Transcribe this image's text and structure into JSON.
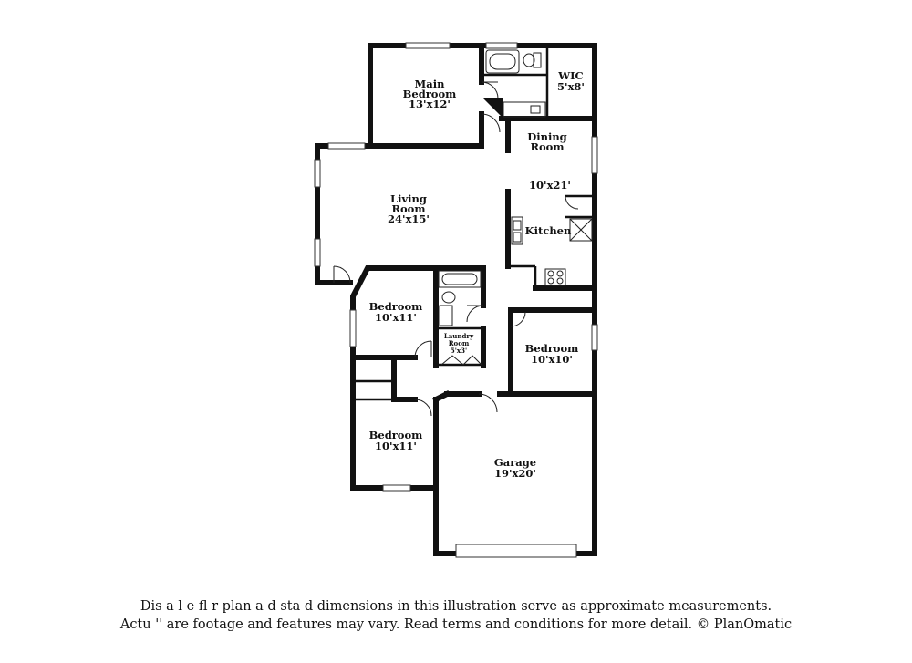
{
  "rooms": {
    "main_bedroom": {
      "name_line1": "Main",
      "name_line2": "Bedroom",
      "size": "13'x12'"
    },
    "wic": {
      "name": "WIC",
      "size": "5'x8'"
    },
    "dining": {
      "name_line1": "Dining",
      "name_line2": "Room"
    },
    "dining_kitchen_size": "10'x21'",
    "kitchen": {
      "name": "Kitchen"
    },
    "living": {
      "name_line1": "Living",
      "name_line2": "Room",
      "size": "24'x15'"
    },
    "bedroom_2": {
      "name": "Bedroom",
      "size": "10'x11'"
    },
    "laundry": {
      "name_line1": "Laundry",
      "name_line2": "Room",
      "size": "5'x3'"
    },
    "bedroom_3": {
      "name": "Bedroom",
      "size": "10'x10'"
    },
    "bedroom_4": {
      "name": "Bedroom",
      "size": "10'x11'"
    },
    "garage": {
      "name": "Garage",
      "size": "19'x20'"
    }
  },
  "disclaimer": {
    "line1": "Dis  a    l  e fl    r plan a  d sta  d dimensions in this illustration serve as approximate measurements.",
    "line2": "Actu   ''  are footage and features may vary. Read terms and conditions for more detail. © PlanOmatic"
  }
}
